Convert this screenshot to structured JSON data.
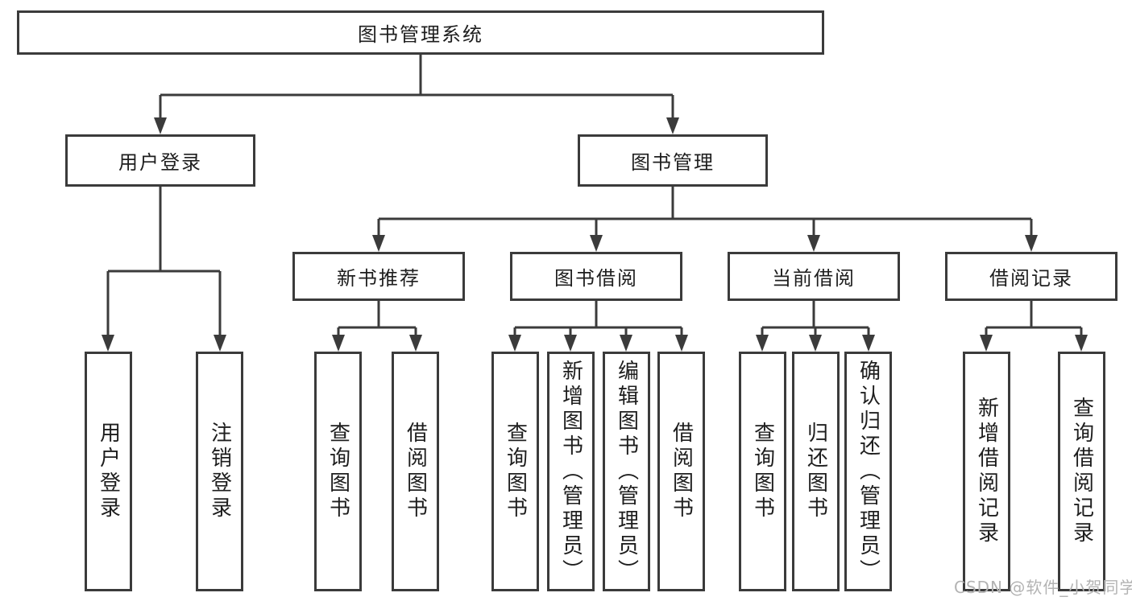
{
  "diagram_title": "图书管理系统",
  "colors": {
    "line": "#3b3b3b",
    "box_border": "#3b3b3b",
    "text": "#1e1e1e",
    "watermark": "#b3b3b3",
    "background": "#ffffff"
  },
  "tree": {
    "root": {
      "label": "图书管理系统"
    },
    "branches": [
      {
        "label": "用户登录",
        "children": [
          {
            "label": "用户登录"
          },
          {
            "label": "注销登录"
          }
        ]
      },
      {
        "label": "图书管理",
        "children": [
          {
            "label": "新书推荐",
            "children": [
              {
                "label": "查询图书"
              },
              {
                "label": "借阅图书"
              }
            ]
          },
          {
            "label": "图书借阅",
            "children": [
              {
                "label": "查询图书"
              },
              {
                "label": "新增图书（管理员）"
              },
              {
                "label": "编辑图书（管理员）"
              },
              {
                "label": "借阅图书"
              }
            ]
          },
          {
            "label": "当前借阅",
            "children": [
              {
                "label": "查询图书"
              },
              {
                "label": "归还图书"
              },
              {
                "label": "确认归还（管理员）"
              }
            ]
          },
          {
            "label": "借阅记录",
            "children": [
              {
                "label": "新增借阅记录"
              },
              {
                "label": "查询借阅记录"
              }
            ]
          }
        ]
      }
    ]
  },
  "watermark": {
    "text": "CSDN @软件_小贺同学"
  }
}
